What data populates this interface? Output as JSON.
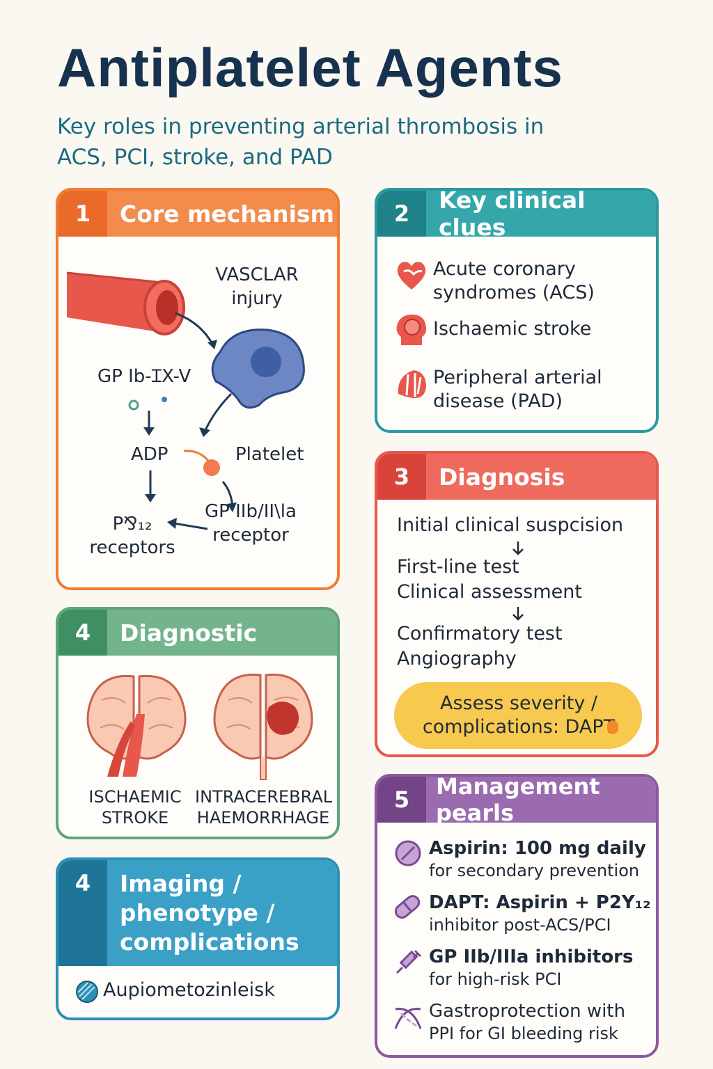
{
  "title": "Antiplatelet Agents",
  "subtitle": "Key roles in preventing arterial thrombosis in ACS, PCI, stroke, and PAD",
  "colors": {
    "orange": "#ef7d33",
    "teal": "#2a9aa0",
    "red": "#e8574c",
    "green": "#5fa57a",
    "blue": "#2d8fb5",
    "purple": "#8b5a9e"
  },
  "card1": {
    "num": "1",
    "label": "Core mechanism",
    "vascular": "VASCLAR injury",
    "gp_ib": "GP Ib-ꞮX-V",
    "adp": "ADP",
    "platelet": "Platelet",
    "p2y12": "P⅋₁₂ receptors",
    "gp_iib": "GP IIb/II\\la receptor"
  },
  "card2": {
    "num": "2",
    "label": "Key clinical clues",
    "items": [
      {
        "icon": "heart-icon",
        "text": "Acute coronary syndromes (ACS)"
      },
      {
        "icon": "brain-head-icon",
        "text": "Ischaemic stroke"
      },
      {
        "icon": "leg-artery-icon",
        "text": "Peripheral arterial disease (PAD)"
      }
    ]
  },
  "card3": {
    "num": "3",
    "label": "Diagnosis",
    "step1": "Initial clinical suspcision",
    "step2a": "First-line test",
    "step2b": "Clinical assessment",
    "step3a": "Confirmatory test",
    "step3b": "Angiography",
    "pill": "Assess severity / complications: DAPT"
  },
  "card4": {
    "num": "4",
    "label": "Diagnostic",
    "left_label": "ISCHAEMIC STROKE",
    "right_label": "INTRACEREBRAL HAEMORRHAGE"
  },
  "card4b": {
    "num": "4",
    "label": "Imaging / phenotype / complications",
    "item": "Aupiometozinleisk"
  },
  "card5": {
    "num": "5",
    "label": "Management pearls",
    "items": [
      {
        "icon": "pill-tablet-icon",
        "bold": "Aspirin: 100 mg daily",
        "rest": "for secondary prevention"
      },
      {
        "icon": "capsule-icon",
        "bold": "DAPT: Aspirin + P2Y₁₂",
        "rest": "inhibitor post-ACS/PCI"
      },
      {
        "icon": "syringe-icon",
        "bold": "GP IIb/IIIa inhibitors",
        "rest": "for high-risk PCI"
      },
      {
        "icon": "dna-icon",
        "bold": "Gastroprotection with",
        "rest": "PPI for GI bleeding risk"
      }
    ]
  }
}
